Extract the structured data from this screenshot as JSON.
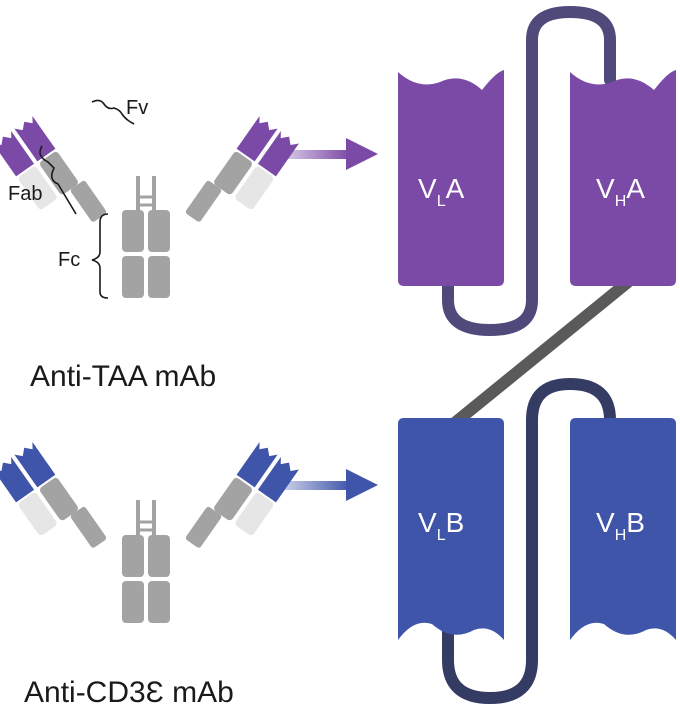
{
  "antibody_top": {
    "caption": "Anti-TAA mAb",
    "labels": {
      "fv": "Fv",
      "fab": "Fab",
      "fc": "Fc"
    }
  },
  "antibody_bottom": {
    "caption": "Anti-CD3Ɛ mAb"
  },
  "domains": {
    "vl_a": {
      "main": "V",
      "sub": "L",
      "suffix": "A"
    },
    "vh_a": {
      "main": "V",
      "sub": "H",
      "suffix": "A"
    },
    "vl_b": {
      "main": "V",
      "sub": "L",
      "suffix": "B"
    },
    "vh_b": {
      "main": "V",
      "sub": "H",
      "suffix": "B"
    }
  },
  "colors": {
    "purple": "#7b4aa6",
    "purple_tip": "#6a3d98",
    "blue": "#3f55aa",
    "blue_tip": "#34479a",
    "light_chain": "#e6e6e6",
    "heavy_chain": "#a3a3a3",
    "linker_top": "#4f4a7a",
    "linker_mid": "#5a5a5a",
    "linker_bottom": "#343c64"
  }
}
